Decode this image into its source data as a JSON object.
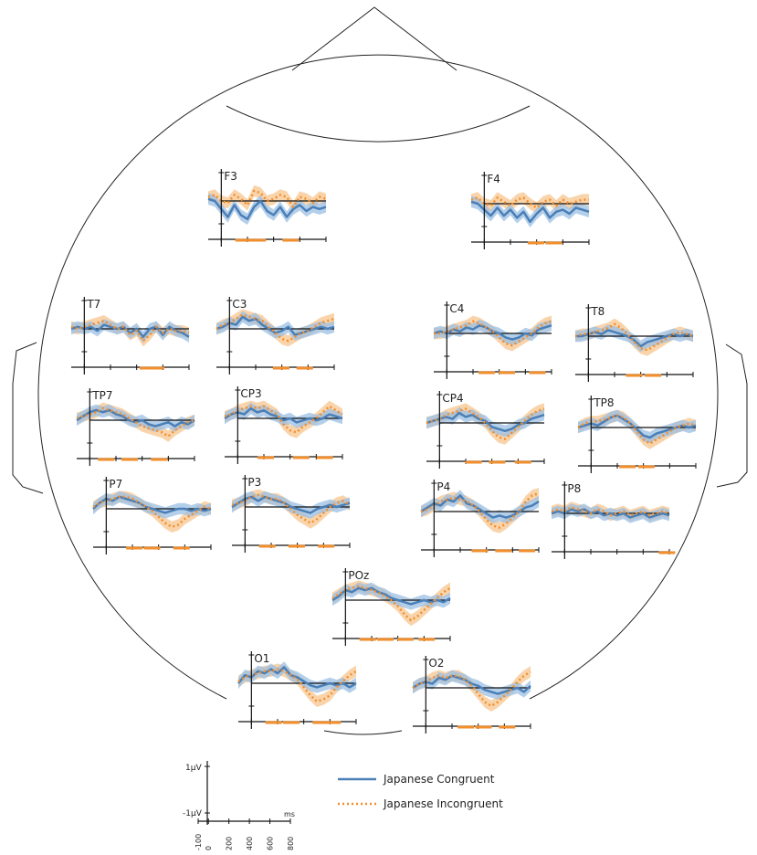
{
  "colors": {
    "congruent": "#4a7fb7",
    "congruent_band": "#9bbfe3",
    "incongruent": "#f28e2b",
    "incongruent_band": "#f7c58f",
    "outline": "#222222",
    "axis": "#111111"
  },
  "chart_data": {
    "type": "line",
    "title": "",
    "x_unit": "ms",
    "xlim": [
      -100,
      800
    ],
    "ylim": [
      -1,
      1
    ],
    "scale": {
      "y_ticks": [
        "1µV",
        "-1µV"
      ],
      "x_ticks": [
        "-100",
        "0",
        "200",
        "400",
        "600",
        "800"
      ],
      "x_unit": "ms"
    },
    "legend": [
      {
        "key": "congruent",
        "label": "Japanese Congruent"
      },
      {
        "key": "incongruent",
        "label": "Japanese Incongruent"
      }
    ],
    "series_times_ms": [
      -100,
      -50,
      0,
      50,
      100,
      150,
      200,
      250,
      300,
      350,
      400,
      450,
      500,
      550,
      600,
      650,
      700,
      750,
      800
    ],
    "channels": [
      {
        "label": "F3",
        "congruent": [
          0.1,
          0.0,
          -0.4,
          -0.8,
          -0.2,
          -0.7,
          -0.9,
          -0.3,
          0.0,
          -0.5,
          -0.7,
          -0.3,
          -0.8,
          -0.4,
          -0.2,
          -0.5,
          -0.3,
          -0.4,
          -0.3
        ],
        "incongruent": [
          0.2,
          0.3,
          0.0,
          -0.1,
          0.3,
          0.1,
          -0.2,
          0.5,
          0.4,
          0.0,
          0.1,
          0.3,
          0.2,
          -0.3,
          0.2,
          0.1,
          -0.1,
          0.2,
          0.1
        ],
        "sig": [
          0.3,
          0.42,
          0.7
        ]
      },
      {
        "label": "F4",
        "congruent": [
          0.1,
          0.0,
          -0.3,
          -0.6,
          -0.2,
          -0.6,
          -0.3,
          -0.7,
          -0.4,
          -0.9,
          -0.5,
          -0.2,
          -0.7,
          -0.4,
          -0.3,
          -0.5,
          -0.2,
          -0.3,
          -0.4
        ],
        "incongruent": [
          0.2,
          0.3,
          0.0,
          -0.1,
          0.3,
          0.1,
          -0.1,
          0.2,
          0.3,
          0.0,
          -0.2,
          0.1,
          0.2,
          -0.1,
          0.2,
          0.0,
          0.1,
          0.2,
          0.2
        ],
        "sig": [
          0.55,
          0.7
        ]
      },
      {
        "label": "T7",
        "congruent": [
          0.0,
          0.1,
          0.0,
          0.1,
          -0.1,
          0.2,
          0.1,
          0.0,
          0.1,
          -0.2,
          0.0,
          -0.4,
          0.0,
          0.1,
          -0.3,
          0.1,
          -0.1,
          -0.2,
          -0.4
        ],
        "incongruent": [
          0.1,
          0.0,
          0.1,
          0.2,
          0.3,
          0.4,
          0.2,
          0.0,
          0.1,
          -0.3,
          -0.1,
          -0.6,
          -0.3,
          0.1,
          -0.2,
          0.0,
          -0.1,
          -0.1,
          -0.2
        ],
        "sig": [
          0.65,
          0.72
        ]
      },
      {
        "label": "C3",
        "congruent": [
          0.0,
          0.1,
          0.3,
          0.2,
          0.6,
          0.4,
          0.5,
          0.2,
          0.0,
          -0.2,
          -0.1,
          0.1,
          -0.3,
          -0.2,
          -0.1,
          0.0,
          0.1,
          0.0,
          0.1
        ],
        "incongruent": [
          0.0,
          0.2,
          0.3,
          0.5,
          0.7,
          0.6,
          0.5,
          0.4,
          0.1,
          -0.2,
          -0.5,
          -0.6,
          -0.4,
          -0.2,
          -0.1,
          0.1,
          0.3,
          0.4,
          0.5
        ],
        "sig": [
          0.55,
          0.75
        ]
      },
      {
        "label": "C4",
        "congruent": [
          0.0,
          0.1,
          0.0,
          0.2,
          0.1,
          0.3,
          0.2,
          0.4,
          0.3,
          0.1,
          0.0,
          -0.2,
          -0.3,
          -0.2,
          0.0,
          -0.1,
          0.2,
          0.3,
          0.4
        ],
        "incongruent": [
          0.0,
          0.0,
          0.1,
          0.2,
          0.3,
          0.4,
          0.6,
          0.5,
          0.3,
          0.1,
          -0.2,
          -0.5,
          -0.6,
          -0.4,
          -0.2,
          0.0,
          0.3,
          0.5,
          0.6
        ],
        "sig": [
          0.45,
          0.62,
          0.88
        ]
      },
      {
        "label": "T8",
        "congruent": [
          0.0,
          0.0,
          0.1,
          0.2,
          0.1,
          0.3,
          0.2,
          0.1,
          0.0,
          -0.2,
          -0.5,
          -0.3,
          -0.2,
          -0.1,
          0.0,
          0.1,
          0.0,
          0.1,
          0.0
        ],
        "incongruent": [
          0.0,
          0.1,
          0.1,
          0.2,
          0.3,
          0.4,
          0.6,
          0.4,
          0.1,
          -0.3,
          -0.6,
          -0.7,
          -0.5,
          -0.3,
          -0.1,
          0.1,
          0.2,
          0.1,
          0.0
        ],
        "sig": [
          0.5,
          0.66
        ]
      },
      {
        "label": "TP7",
        "congruent": [
          0.0,
          0.2,
          0.4,
          0.5,
          0.4,
          0.5,
          0.3,
          0.2,
          0.0,
          -0.1,
          0.0,
          -0.2,
          -0.3,
          -0.2,
          -0.1,
          -0.3,
          -0.1,
          -0.2,
          0.0
        ],
        "incongruent": [
          0.1,
          0.2,
          0.3,
          0.4,
          0.6,
          0.5,
          0.4,
          0.3,
          0.1,
          -0.1,
          -0.3,
          -0.4,
          -0.5,
          -0.6,
          -0.8,
          -0.5,
          -0.3,
          -0.1,
          0.0
        ],
        "sig": [
          0.25,
          0.45,
          0.7
        ]
      },
      {
        "label": "CP3",
        "congruent": [
          0.0,
          0.2,
          0.3,
          0.2,
          0.5,
          0.3,
          0.4,
          0.2,
          0.1,
          -0.1,
          0.0,
          -0.2,
          -0.1,
          0.0,
          -0.1,
          0.0,
          0.2,
          0.1,
          0.0
        ],
        "incongruent": [
          0.1,
          0.2,
          0.4,
          0.5,
          0.6,
          0.5,
          0.6,
          0.4,
          0.2,
          -0.3,
          -0.6,
          -0.7,
          -0.4,
          -0.2,
          0.0,
          0.3,
          0.6,
          0.4,
          0.2
        ],
        "sig": [
          0.35,
          0.65,
          0.85
        ]
      },
      {
        "label": "CP4",
        "congruent": [
          0.0,
          0.1,
          0.2,
          0.3,
          0.2,
          0.5,
          0.3,
          0.4,
          0.2,
          0.1,
          -0.2,
          -0.3,
          -0.4,
          -0.3,
          -0.1,
          0.0,
          0.2,
          0.3,
          0.4
        ],
        "incongruent": [
          0.0,
          0.1,
          0.2,
          0.4,
          0.5,
          0.6,
          0.7,
          0.5,
          0.3,
          0.0,
          -0.4,
          -0.7,
          -0.8,
          -0.5,
          -0.2,
          0.1,
          0.4,
          0.6,
          0.7
        ],
        "sig": [
          0.4,
          0.6,
          0.82
        ]
      },
      {
        "label": "TP8",
        "congruent": [
          0.0,
          0.1,
          0.2,
          0.1,
          0.3,
          0.5,
          0.6,
          0.4,
          0.2,
          -0.1,
          -0.4,
          -0.5,
          -0.3,
          -0.2,
          -0.1,
          0.0,
          0.1,
          0.0,
          0.1
        ],
        "incongruent": [
          0.0,
          0.2,
          0.3,
          0.3,
          0.4,
          0.5,
          0.6,
          0.5,
          0.2,
          -0.2,
          -0.6,
          -0.8,
          -0.6,
          -0.4,
          -0.2,
          0.0,
          0.1,
          0.2,
          0.1
        ],
        "sig": [
          0.42,
          0.58
        ]
      },
      {
        "label": "P7",
        "congruent": [
          0.0,
          0.3,
          0.5,
          0.4,
          0.6,
          0.5,
          0.4,
          0.3,
          0.1,
          0.0,
          -0.1,
          -0.2,
          -0.1,
          0.0,
          0.0,
          -0.1,
          0.0,
          -0.1,
          0.0
        ],
        "incongruent": [
          0.1,
          0.3,
          0.4,
          0.5,
          0.6,
          0.6,
          0.5,
          0.3,
          0.1,
          -0.1,
          -0.4,
          -0.7,
          -0.9,
          -0.8,
          -0.5,
          -0.3,
          -0.1,
          0.1,
          0.0
        ],
        "sig": [
          0.35,
          0.5,
          0.75
        ]
      },
      {
        "label": "P3",
        "congruent": [
          0.0,
          0.2,
          0.4,
          0.5,
          0.3,
          0.5,
          0.4,
          0.3,
          0.2,
          0.0,
          -0.1,
          -0.2,
          -0.3,
          -0.1,
          0.0,
          0.1,
          0.0,
          0.1,
          0.2
        ],
        "incongruent": [
          0.1,
          0.2,
          0.3,
          0.5,
          0.6,
          0.5,
          0.4,
          0.4,
          0.2,
          -0.1,
          -0.4,
          -0.6,
          -0.8,
          -0.6,
          -0.3,
          0.0,
          0.2,
          0.3,
          0.1
        ],
        "sig": [
          0.3,
          0.55,
          0.8
        ]
      },
      {
        "label": "P4",
        "congruent": [
          0.0,
          0.2,
          0.4,
          0.3,
          0.6,
          0.5,
          0.8,
          0.4,
          0.3,
          0.1,
          -0.1,
          -0.3,
          -0.2,
          -0.3,
          -0.2,
          0.0,
          0.2,
          0.3,
          0.5
        ],
        "incongruent": [
          0.0,
          0.1,
          0.3,
          0.5,
          0.6,
          0.7,
          0.6,
          0.5,
          0.3,
          0.0,
          -0.4,
          -0.7,
          -0.8,
          -0.6,
          -0.3,
          0.0,
          0.5,
          0.8,
          0.9
        ],
        "sig": [
          0.5,
          0.7,
          0.9
        ]
      },
      {
        "label": "P8",
        "congruent": [
          0.0,
          0.1,
          0.0,
          0.2,
          0.1,
          0.2,
          0.0,
          0.1,
          -0.1,
          0.0,
          -0.1,
          0.0,
          -0.2,
          -0.1,
          0.0,
          -0.2,
          -0.1,
          0.0,
          -0.1
        ],
        "incongruent": [
          0.1,
          0.2,
          0.1,
          0.3,
          0.2,
          0.1,
          0.0,
          0.2,
          0.1,
          -0.1,
          0.0,
          0.1,
          -0.1,
          0.0,
          0.1,
          -0.1,
          0.0,
          0.1,
          0.0
        ],
        "sig": [
          0.98
        ]
      },
      {
        "label": "POz",
        "congruent": [
          0.0,
          0.2,
          0.5,
          0.4,
          0.6,
          0.5,
          0.6,
          0.4,
          0.3,
          0.1,
          0.0,
          -0.1,
          -0.2,
          -0.1,
          0.0,
          -0.1,
          0.0,
          -0.1,
          0.1
        ],
        "incongruent": [
          0.1,
          0.3,
          0.5,
          0.6,
          0.7,
          0.6,
          0.5,
          0.4,
          0.2,
          0.0,
          -0.3,
          -0.7,
          -1.0,
          -0.8,
          -0.5,
          -0.2,
          0.1,
          0.4,
          0.6
        ],
        "sig": [
          0.3,
          0.45,
          0.62,
          0.8
        ]
      },
      {
        "label": "O1",
        "congruent": [
          0.0,
          0.4,
          0.3,
          0.6,
          0.5,
          0.7,
          0.5,
          0.8,
          0.4,
          0.3,
          0.1,
          -0.1,
          -0.2,
          -0.1,
          0.0,
          -0.1,
          0.0,
          -0.2,
          0.0
        ],
        "incongruent": [
          0.1,
          0.3,
          0.4,
          0.5,
          0.6,
          0.6,
          0.7,
          0.6,
          0.4,
          0.2,
          -0.2,
          -0.6,
          -0.9,
          -0.8,
          -0.6,
          -0.2,
          0.1,
          0.4,
          0.6
        ],
        "sig": [
          0.3,
          0.45,
          0.7,
          0.8
        ]
      },
      {
        "label": "O2",
        "congruent": [
          0.0,
          0.2,
          0.3,
          0.2,
          0.5,
          0.4,
          0.6,
          0.5,
          0.4,
          0.2,
          0.1,
          -0.1,
          -0.2,
          -0.3,
          -0.2,
          -0.1,
          0.0,
          -0.2,
          0.1
        ],
        "incongruent": [
          0.0,
          0.2,
          0.3,
          0.5,
          0.6,
          0.5,
          0.6,
          0.6,
          0.4,
          0.1,
          -0.3,
          -0.7,
          -0.9,
          -0.7,
          -0.4,
          -0.1,
          0.3,
          0.6,
          0.8
        ],
        "sig": [
          0.45,
          0.6,
          0.8
        ]
      }
    ]
  }
}
